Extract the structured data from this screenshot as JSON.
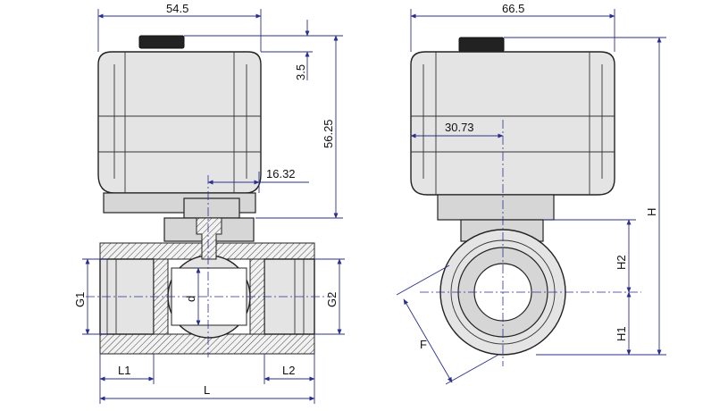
{
  "diagram": {
    "front_view": {
      "width_label": "54.5",
      "gap_label": "3.5",
      "actuator_height_label": "56.25",
      "stem_offset_label": "16.32",
      "inlet_label": "G1",
      "outlet_label": "G2",
      "bore_label": "d",
      "thread_left_label": "L1",
      "thread_right_label": "L2",
      "length_label": "L"
    },
    "side_view": {
      "width_label": "66.5",
      "offset_label": "30.73",
      "total_height_label": "H",
      "upper_height_label": "H2",
      "lower_height_label": "H1",
      "flat_label": "F"
    }
  },
  "colors": {
    "outline": "#222222",
    "dimension": "#2b2f8a",
    "fill": "#e4e4e4"
  }
}
